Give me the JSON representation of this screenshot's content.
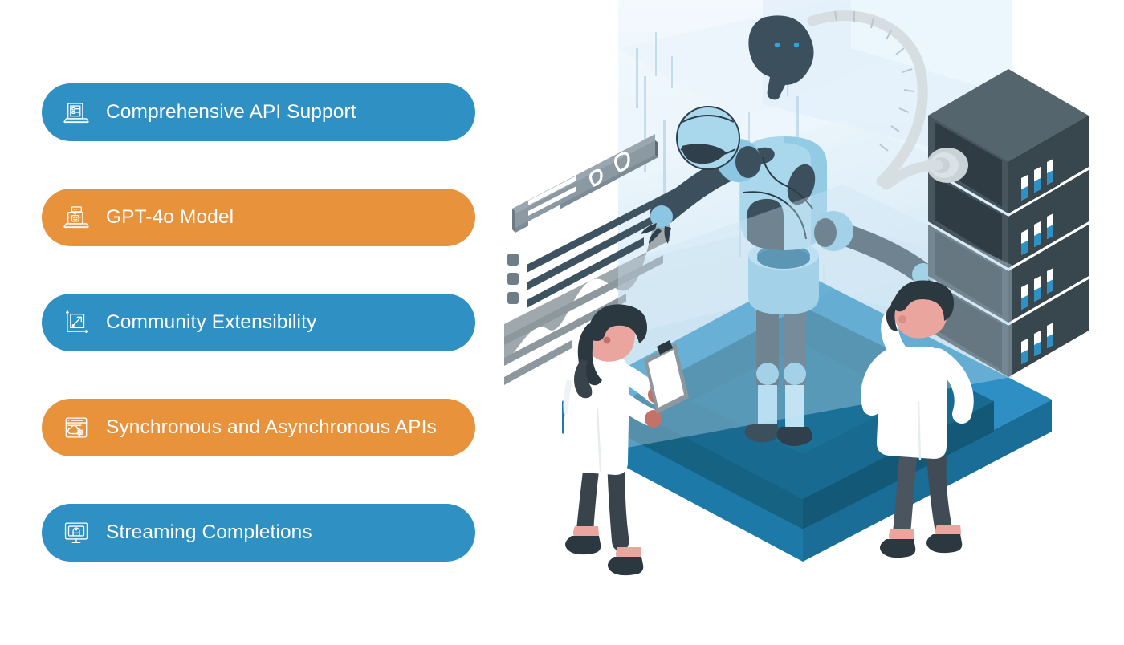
{
  "features": [
    {
      "label": "Comprehensive API Support",
      "color": "blue",
      "color_hex": "#2e90c3",
      "icon": "laptop-checklist-icon"
    },
    {
      "label": "GPT-4o Model",
      "color": "orange",
      "color_hex": "#e8933c",
      "icon": "laptop-chatbot-icon"
    },
    {
      "label": "Community Extensibility",
      "color": "blue",
      "color_hex": "#2e90c3",
      "icon": "scale-arrow-chart-icon"
    },
    {
      "label": "Synchronous and Asynchronous APIs",
      "color": "orange",
      "color_hex": "#e8933c",
      "icon": "browser-cloud-gear-icon"
    },
    {
      "label": "Streaming Completions",
      "color": "blue",
      "color_hex": "#2e90c3",
      "icon": "monitor-stream-icon"
    }
  ],
  "illustration": {
    "name": "isometric-ai-robot-lab-scene",
    "elements": [
      "data-dashboard-panel",
      "line-chart-graph",
      "humanoid-robot",
      "robot-arm-left",
      "robot-arm-right",
      "coolant-cable",
      "isometric-platform",
      "server-rack-tower",
      "scientist-woman-clipboard",
      "scientist-man-thinking"
    ],
    "palette": {
      "robot_dark": "#3c4f5c",
      "robot_light": "#a6d3e8",
      "platform_top": "#2e8fc4",
      "platform_inner": "#14607f",
      "platform_side": "#1d7aa8",
      "server_dark": "#4a5a63",
      "server_face": "#3e4c55",
      "led_blue": "#2e90c3",
      "skin": "#f4a9a1",
      "hair_dark": "#2c3840",
      "coat_white": "#ffffff",
      "panel_gray": "#6e7d86",
      "chart_gray": "#9aa3a9",
      "background_haze": "#e6f2f9"
    },
    "server_rack": {
      "units": 4,
      "leds_per_unit": 3
    }
  }
}
